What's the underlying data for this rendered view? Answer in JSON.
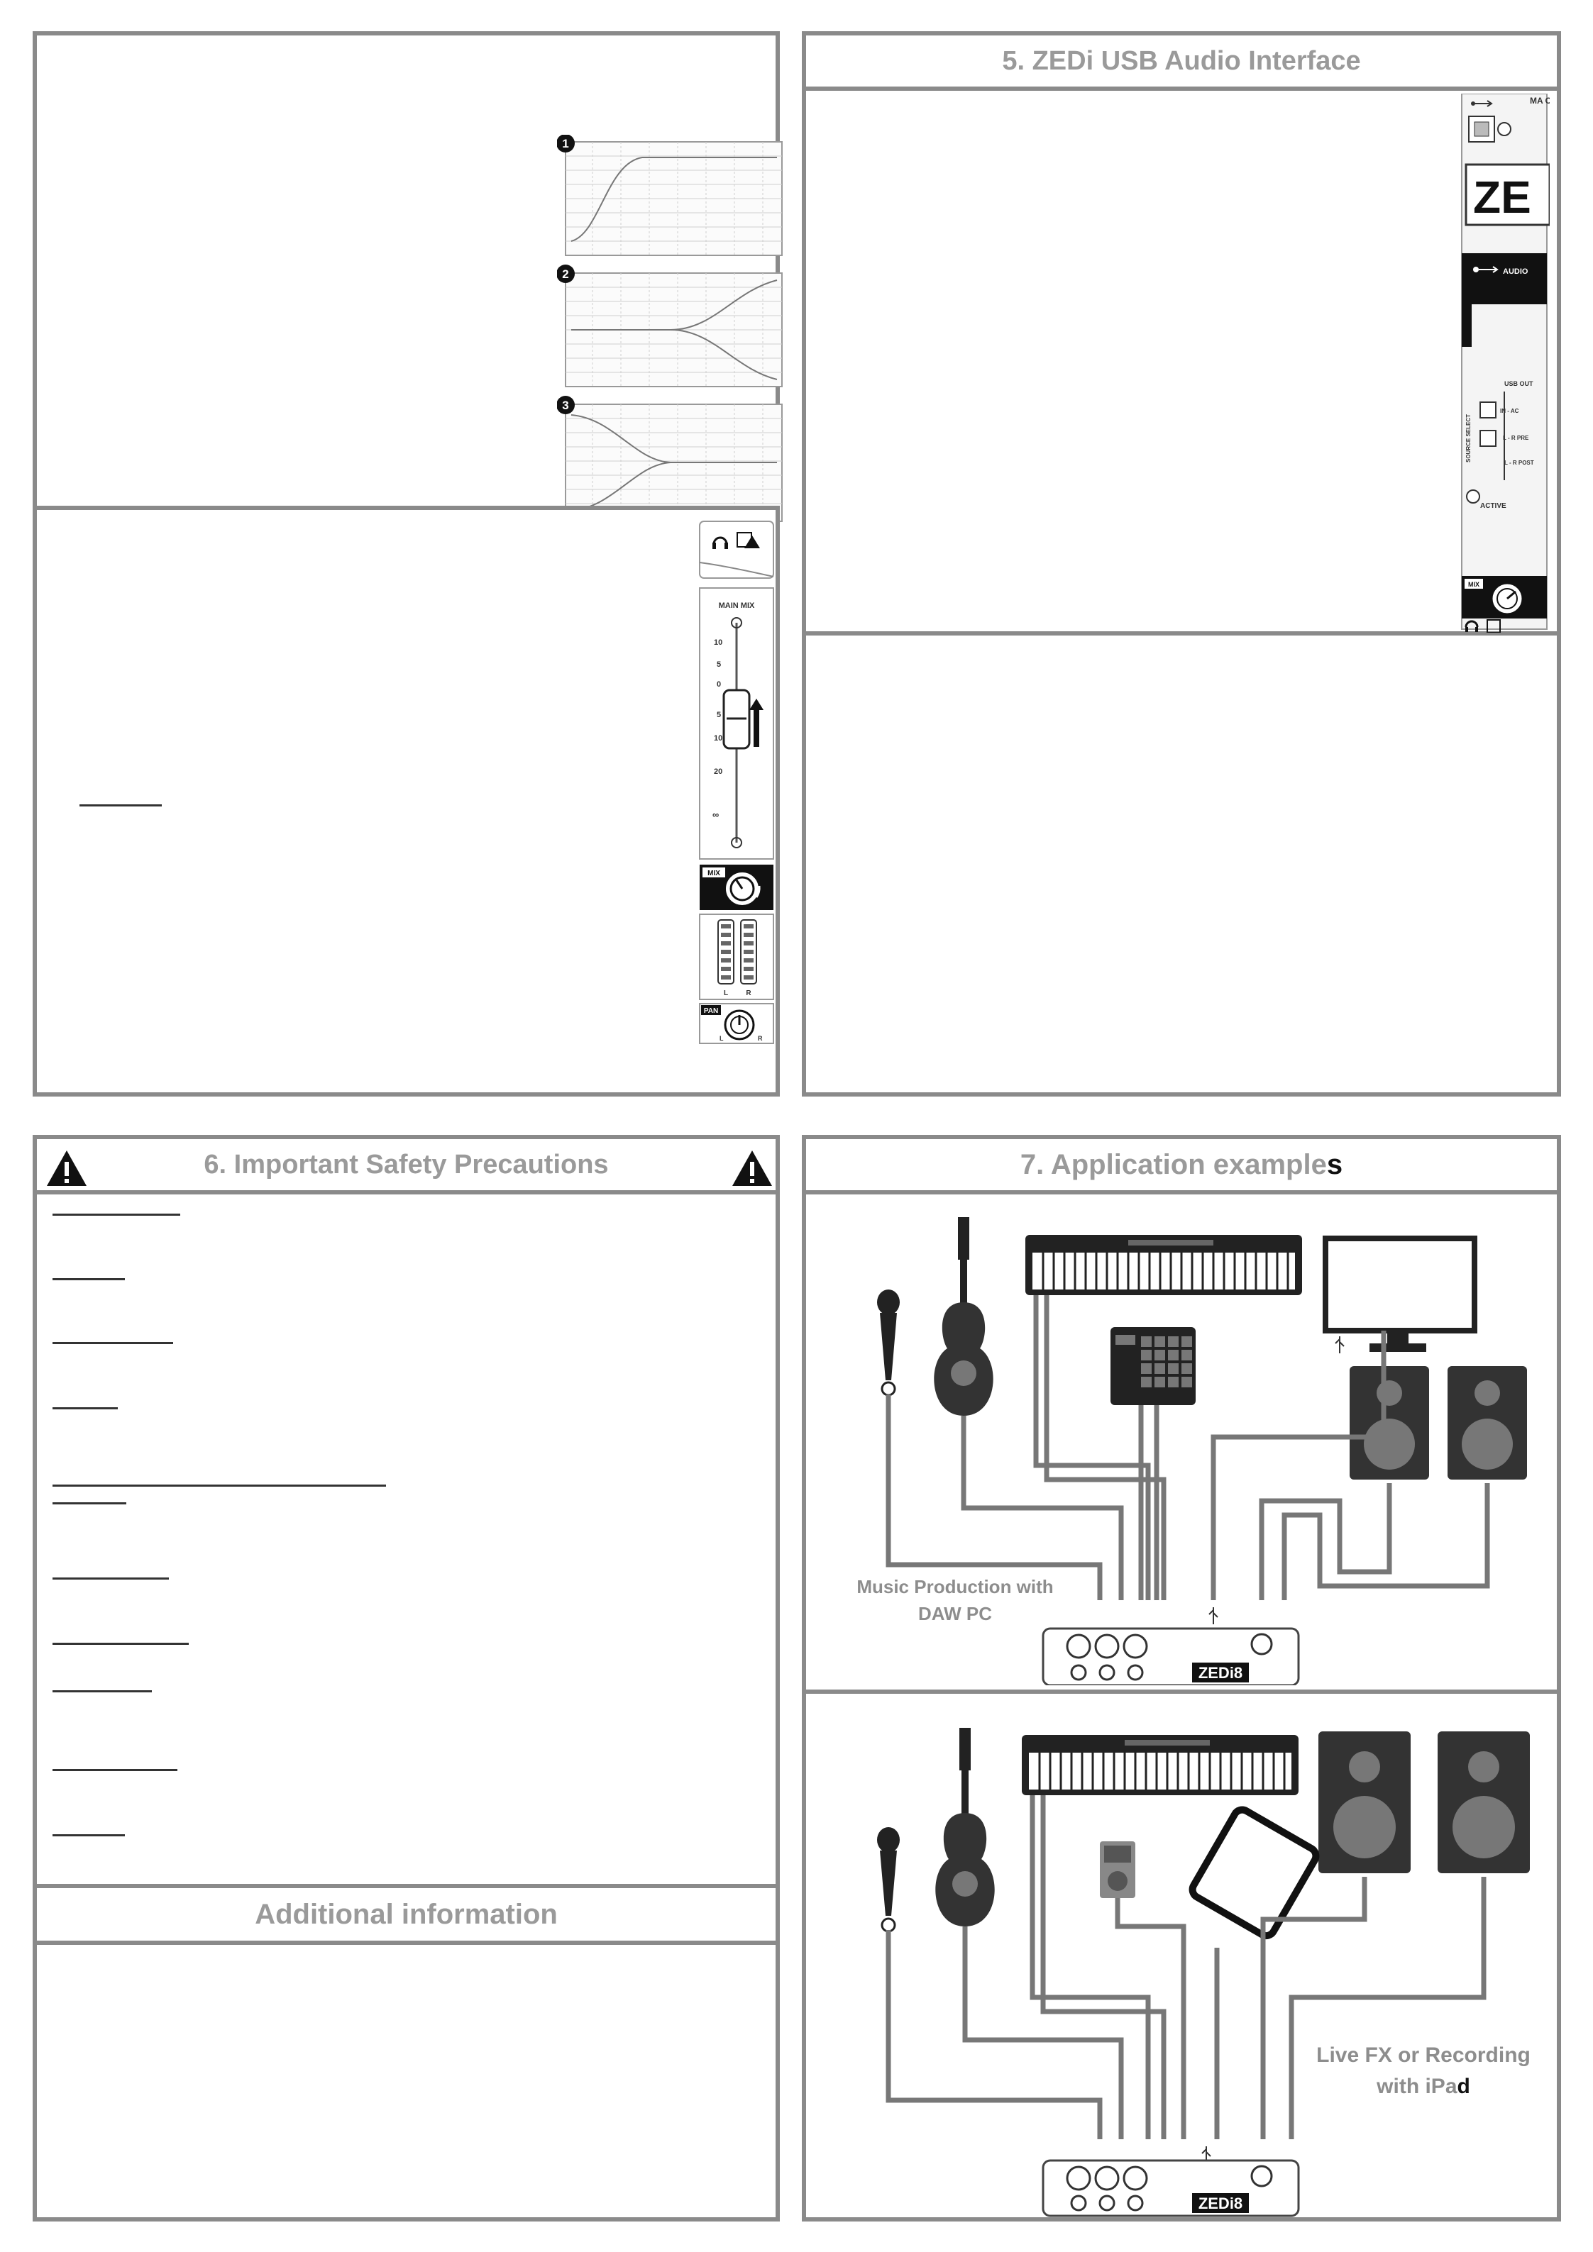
{
  "sections": {
    "zedi": {
      "title": "5. ZEDi USB Audio Interface"
    },
    "safety": {
      "title": "6. Important Safety Precautions"
    },
    "additional": {
      "title": "Additional information"
    },
    "apps": {
      "title_main": "7. Application example",
      "title_end": "s"
    }
  },
  "eq_graphs": {
    "markers": [
      "1",
      "2",
      "3"
    ]
  },
  "fader_strip": {
    "main_mix": "MAIN MIX",
    "scale": [
      "10",
      "5",
      "0",
      "5",
      "10",
      "20",
      "∞"
    ],
    "mix": "MIX",
    "pan": "PAN",
    "pan_l": "L",
    "pan_r": "R",
    "meter_l": "L",
    "meter_r": "R"
  },
  "usb_panel": {
    "main_out": "MA\nOU",
    "logo": "ZE",
    "audio": "AUDIO",
    "usb_out": "USB OUT",
    "source_select": "SOURCE SELECT",
    "opt1": "IN - AC",
    "opt2": "L - R PRE",
    "opt3": "L - R POST",
    "active": "ACTIVE",
    "mix": "MIX"
  },
  "examples": {
    "daw_line1": "Music Production with",
    "daw_line2": "DAW PC",
    "ipad_line1": "Live FX or Recording",
    "ipad_line2_main": "with iPa",
    "ipad_line2_end": "d",
    "device_logo": "ZEDi8"
  }
}
